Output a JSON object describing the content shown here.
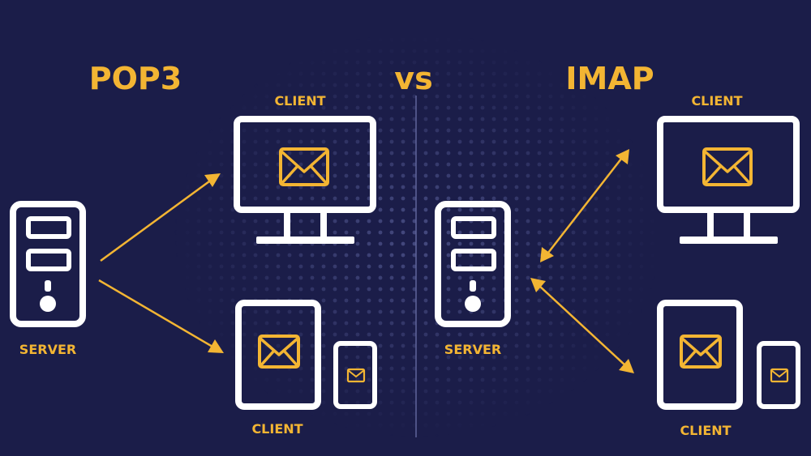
{
  "title_left": "POP3",
  "title_center": "vs",
  "title_right": "IMAP",
  "pop3": {
    "server_label": "SERVER",
    "desktop_client_label": "CLIENT",
    "mobile_client_label": "CLIENT",
    "arrow_direction": "one-way (server to client)"
  },
  "imap": {
    "server_label": "SERVER",
    "desktop_client_label": "CLIENT",
    "mobile_client_label": "CLIENT",
    "arrow_direction": "two-way (server and client)"
  },
  "colors": {
    "background": "#1b1d49",
    "accent": "#f3b533",
    "outline": "#ffffff"
  },
  "icons": [
    "server-icon",
    "monitor-icon",
    "tablet-icon",
    "phone-icon",
    "envelope-icon"
  ]
}
